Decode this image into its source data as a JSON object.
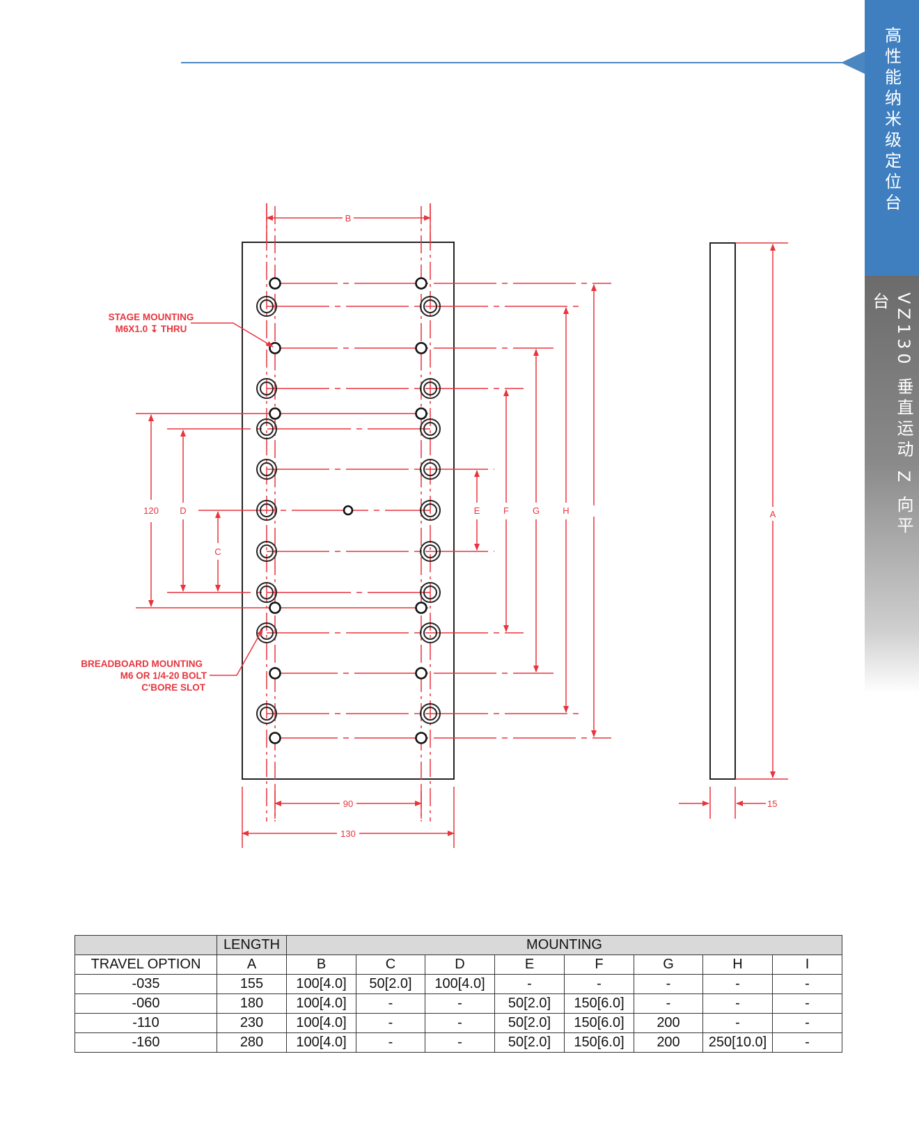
{
  "header": {
    "side_tab_top": "高性能纳米级定位台",
    "side_tab_bottom": "VZ130 垂直运动 Z 向平台"
  },
  "drawing": {
    "dims": {
      "B": "B",
      "C": "C",
      "D": "D",
      "E": "E",
      "F": "F",
      "G": "G",
      "H": "H",
      "A": "A",
      "w120": "120",
      "w90": "90",
      "w130": "130",
      "w15": "15"
    },
    "callouts": {
      "stage_line1": "STAGE MOUNTING",
      "stage_line2": "M6X1.0 ↧ THRU",
      "bb_line1": "BREADBOARD MOUNTING",
      "bb_line2": "M6 OR 1/4-20 BOLT",
      "bb_line3": "C'BORE SLOT"
    },
    "colors": {
      "dimension": "#e8343d",
      "outline": "#222222",
      "accent": "#3f7fc0"
    }
  },
  "table": {
    "header_row1": [
      "",
      "LENGTH",
      "MOUNTING"
    ],
    "header_row2": [
      "TRAVEL OPTION",
      "A",
      "B",
      "C",
      "D",
      "E",
      "F",
      "G",
      "H",
      "I"
    ],
    "rows": [
      [
        "-035",
        "155",
        "100[4.0]",
        "50[2.0]",
        "100[4.0]",
        "-",
        "-",
        "-",
        "-",
        "-"
      ],
      [
        "-060",
        "180",
        "100[4.0]",
        "-",
        "-",
        "50[2.0]",
        "150[6.0]",
        "-",
        "-",
        "-"
      ],
      [
        "-110",
        "230",
        "100[4.0]",
        "-",
        "-",
        "50[2.0]",
        "150[6.0]",
        "200",
        "-",
        "-"
      ],
      [
        "-160",
        "280",
        "100[4.0]",
        "-",
        "-",
        "50[2.0]",
        "150[6.0]",
        "200",
        "250[10.0]",
        "-"
      ]
    ]
  }
}
